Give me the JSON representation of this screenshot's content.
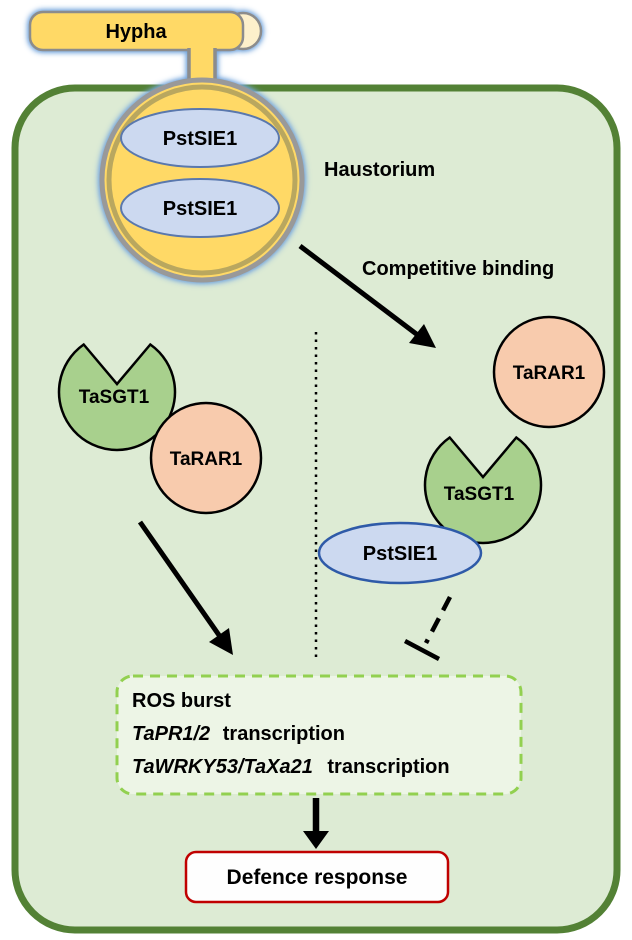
{
  "figure": {
    "pathogen": {
      "hypha_label": "Hypha",
      "haustorium_label": "Haustorium",
      "effector_top": "PstSIE1",
      "effector_bottom": "PstSIE1"
    },
    "annotations": {
      "competitive_binding": "Competitive binding"
    },
    "left_complex": {
      "sgt1": "TaSGT1",
      "rar1": "TaRAR1"
    },
    "right_complex": {
      "rar1": "TaRAR1",
      "sgt1": "TaSGT1",
      "effector": "PstSIE1"
    },
    "ros_box": {
      "line1": "ROS burst",
      "line2_gene": "TaPR1/2",
      "line2_rest": "transcription",
      "line3_gene": "TaWRKY53/TaXa21",
      "line3_rest": "transcription"
    },
    "outcome": {
      "defence_label": "Defence response"
    },
    "colors": {
      "cell_fill": "#ddebd4",
      "cell_border": "#538135",
      "hypha_fill": "#ffd966",
      "hypha_tip_fill": "#fdf0cb",
      "haustorium_fill": "#ffd966",
      "haustorium_ring_gray": "#999999",
      "haustorium_ring_khaki": "#b9a75f",
      "effector_fill": "#ccd9f0",
      "effector_border": "#2e5aa8",
      "sgt1_fill": "#a8d08d",
      "rar1_fill": "#f8cbad",
      "glow_blue": "#6f9fd8",
      "ros_box_border": "#92d050",
      "defence_border": "#c00000",
      "arrow_color": "#000000"
    }
  }
}
